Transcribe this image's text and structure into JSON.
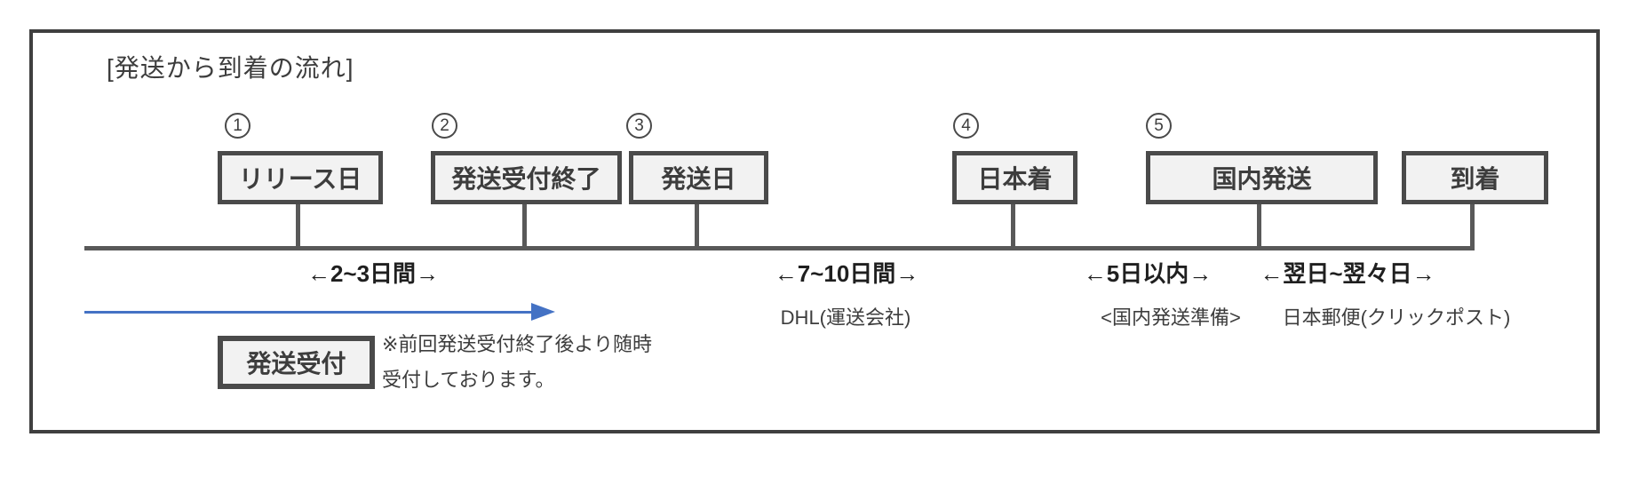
{
  "frame": {
    "title": "[発送から到着の流れ]"
  },
  "timeline": {
    "steps": [
      {
        "num": "1",
        "label": "リリース日"
      },
      {
        "num": "2",
        "label": "発送受付終了"
      },
      {
        "num": "3",
        "label": "発送日"
      },
      {
        "num": "4",
        "label": "日本着"
      },
      {
        "num": "5",
        "label": "国内発送"
      },
      {
        "num": "",
        "label": "到着"
      }
    ],
    "intervals": [
      {
        "label": "←2~3日間→",
        "sub": ""
      },
      {
        "label": "←7~10日間→",
        "sub": "DHL(運送会社)"
      },
      {
        "label": "←5日以内→",
        "sub": "<国内発送準備>"
      },
      {
        "label": "←翌日~翌々日→",
        "sub": "日本郵便(クリックポスト)"
      }
    ]
  },
  "acceptance": {
    "box_label": "発送受付",
    "note_line1": "※前回発送受付終了後より随時",
    "note_line2": "受付しております。"
  },
  "colors": {
    "frame_border": "#3f3f3f",
    "box_border": "#4a4a4a",
    "box_fill": "#f2f2f2",
    "axis_line": "#595959",
    "text": "#3d3d3d",
    "interval_text": "#1f1f1f",
    "arrow_blue": "#4472c4"
  }
}
